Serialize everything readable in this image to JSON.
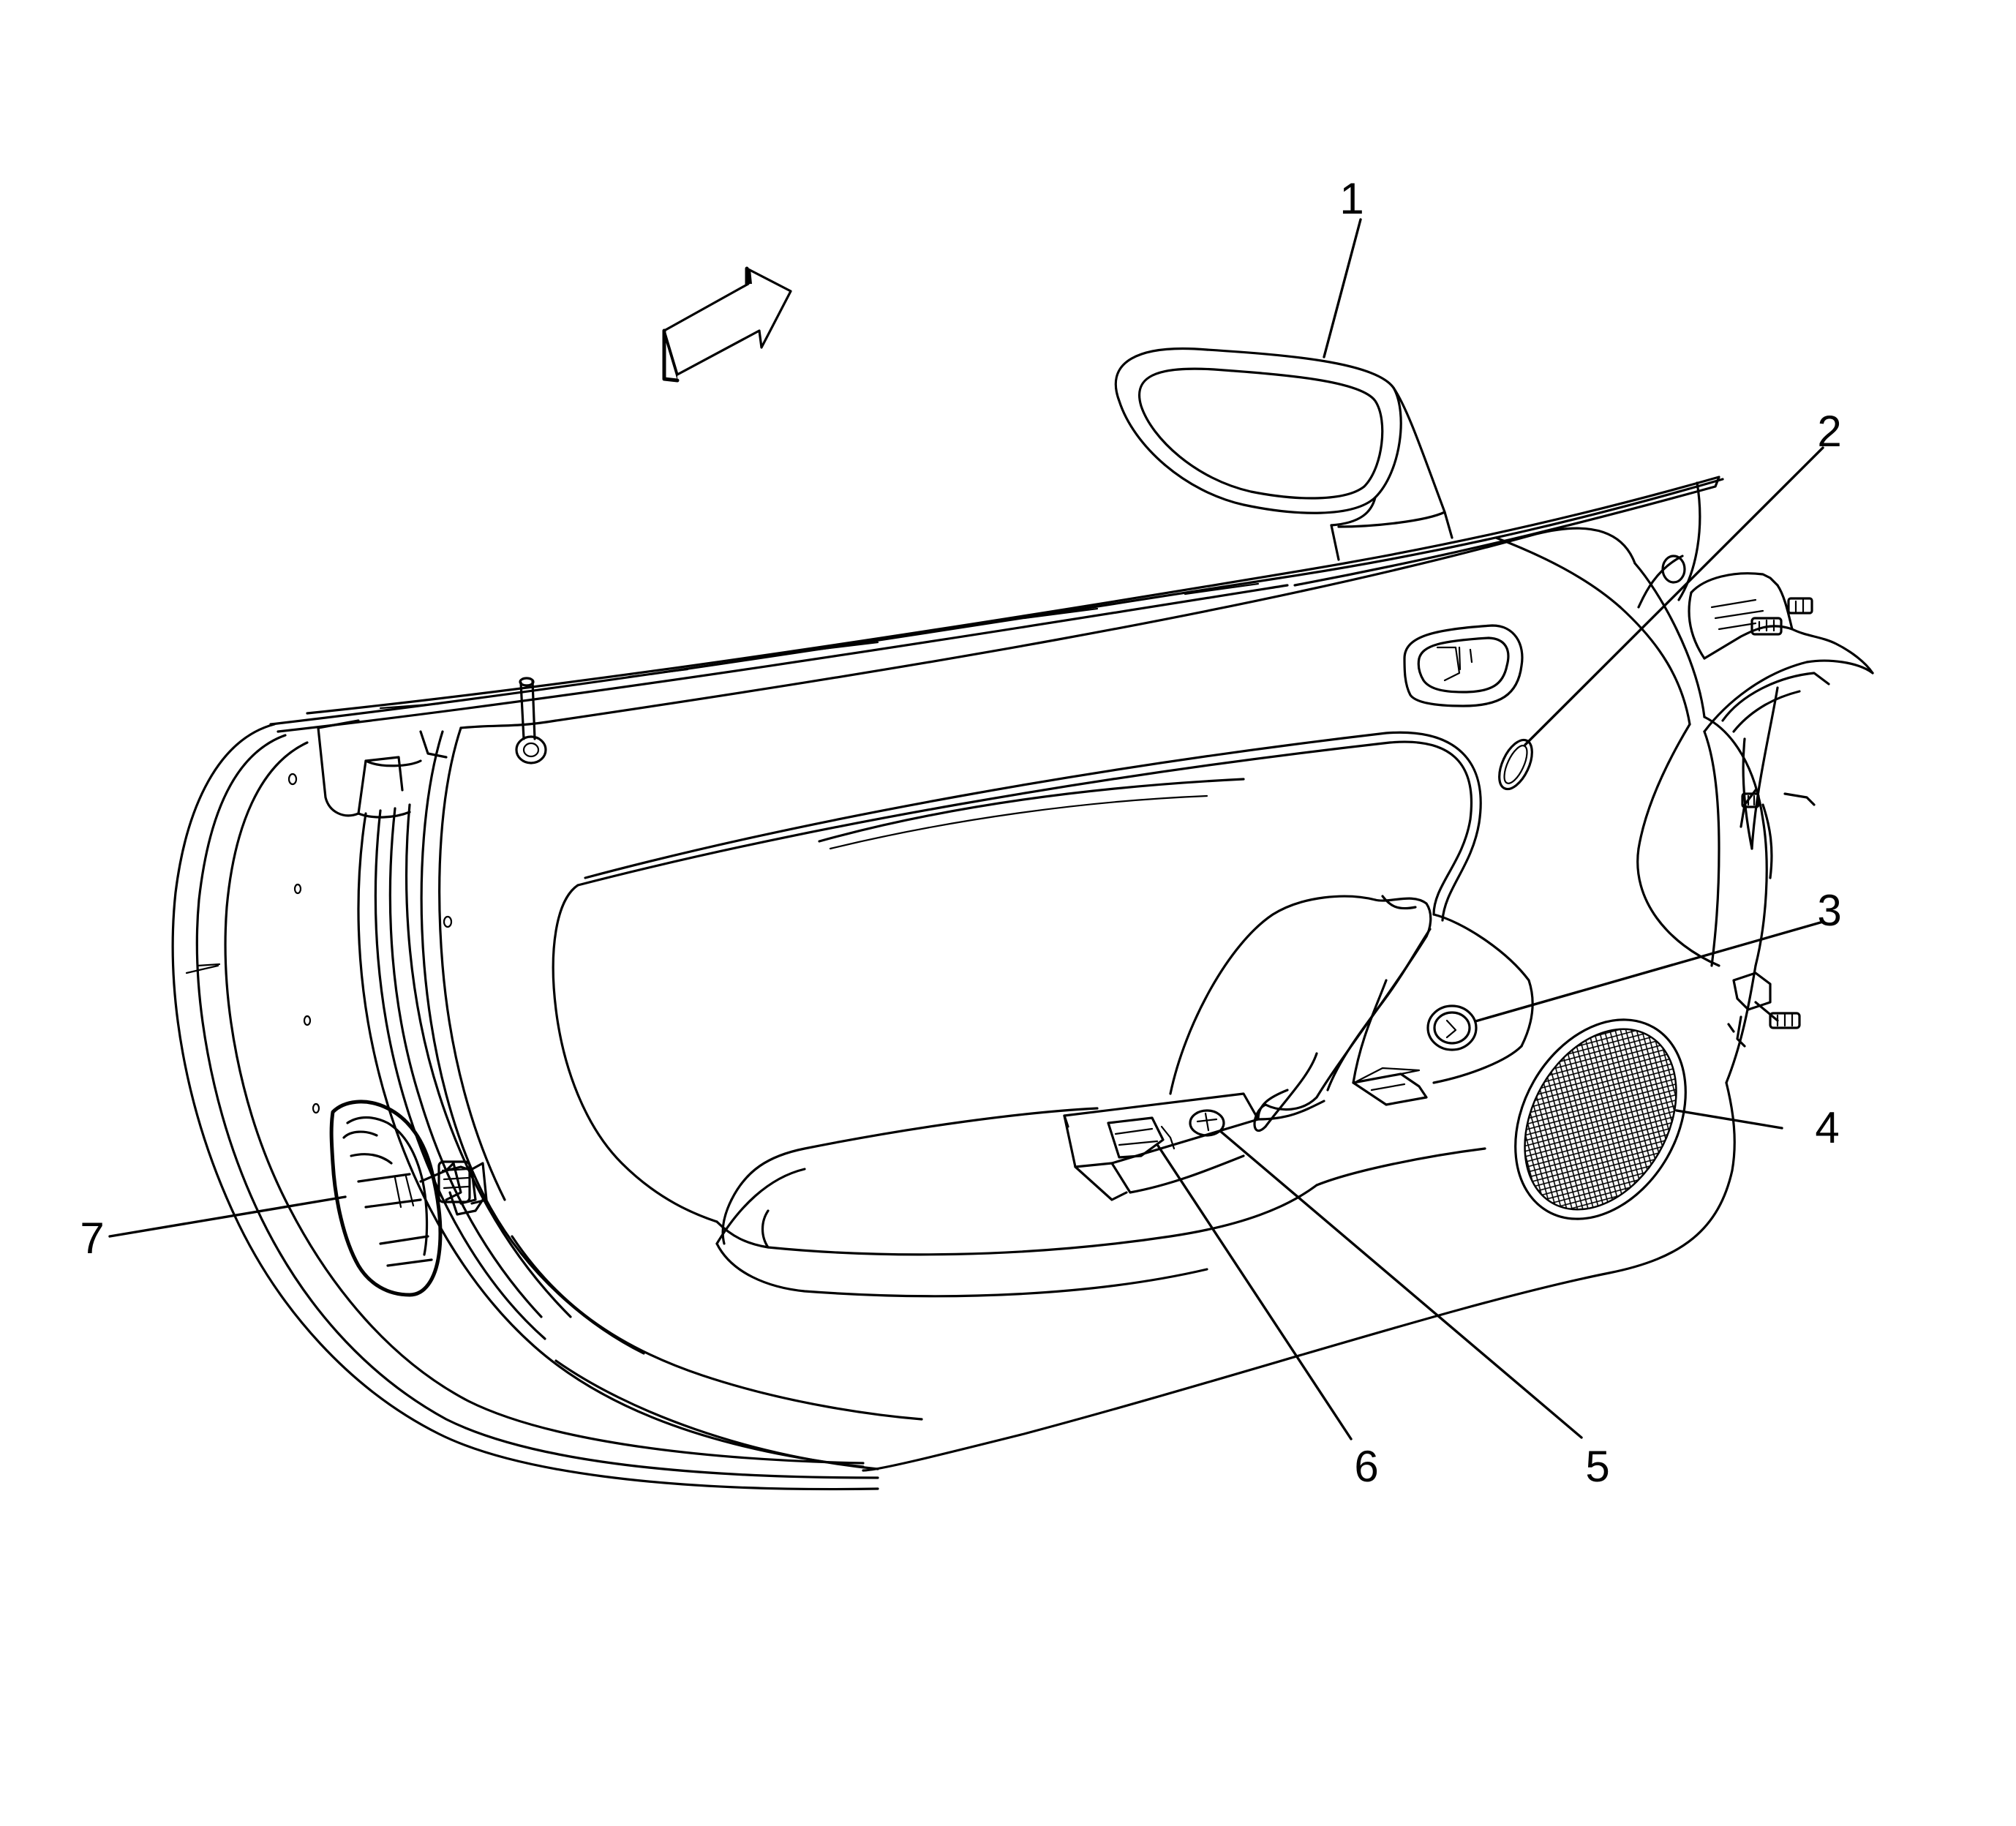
{
  "diagram": {
    "callouts": [
      {
        "id": "1",
        "label": "1",
        "target": "outside-rearview-mirror"
      },
      {
        "id": "2",
        "label": "2",
        "target": "trim-panel-plug"
      },
      {
        "id": "3",
        "label": "3",
        "target": "trim-panel-screw-cover"
      },
      {
        "id": "4",
        "label": "4",
        "target": "door-speaker-grille"
      },
      {
        "id": "5",
        "label": "5",
        "target": "mirror-switch"
      },
      {
        "id": "6",
        "label": "6",
        "target": "window-switch"
      },
      {
        "id": "7",
        "label": "7",
        "target": "wiring-connector"
      }
    ],
    "line_color": "#000000",
    "background_color": "#ffffff",
    "icons": [
      "direction-arrow-icon"
    ]
  }
}
